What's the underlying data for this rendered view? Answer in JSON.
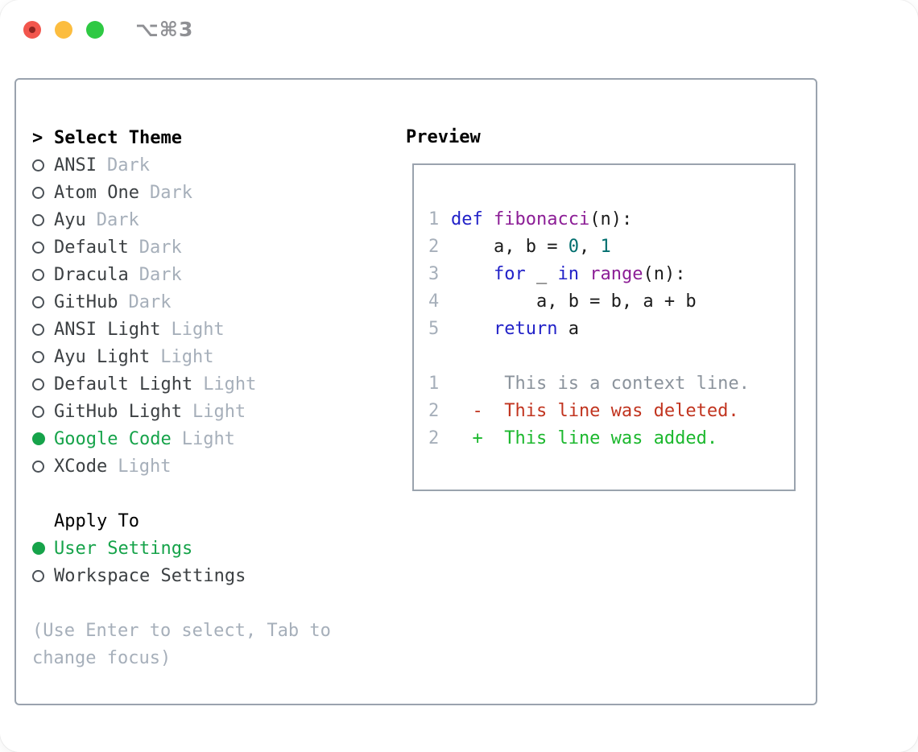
{
  "window": {
    "title": "⌥⌘3"
  },
  "colors": {
    "accent_green": "#16a34a",
    "keyword_blue": "#2222c8",
    "function_purple": "#8c1e96",
    "literal_teal": "#006e6e",
    "deleted_red": "#c1341f",
    "added_green": "#1cb82e",
    "context_gray": "#8b939c",
    "muted_gray": "#a6afba",
    "text_dark": "#3c4043",
    "border_gray": "#9aa3ae",
    "traffic_red": "#f2564d",
    "traffic_yellow": "#fcbd3f",
    "traffic_green": "#2ec943"
  },
  "sidebar": {
    "header": {
      "cursor": ">",
      "label": "Select Theme"
    },
    "themes": [
      {
        "name": "ANSI",
        "variant": "Dark",
        "selected": false
      },
      {
        "name": "Atom One",
        "variant": "Dark",
        "selected": false
      },
      {
        "name": "Ayu",
        "variant": "Dark",
        "selected": false
      },
      {
        "name": "Default",
        "variant": "Dark",
        "selected": false
      },
      {
        "name": "Dracula",
        "variant": "Dark",
        "selected": false
      },
      {
        "name": "GitHub",
        "variant": "Dark",
        "selected": false
      },
      {
        "name": "ANSI Light",
        "variant": "Light",
        "selected": false
      },
      {
        "name": "Ayu Light",
        "variant": "Light",
        "selected": false
      },
      {
        "name": "Default Light",
        "variant": "Light",
        "selected": false
      },
      {
        "name": "GitHub Light",
        "variant": "Light",
        "selected": false
      },
      {
        "name": "Google Code",
        "variant": "Light",
        "selected": true
      },
      {
        "name": "XCode",
        "variant": "Light",
        "selected": false
      }
    ],
    "apply_to": {
      "label": "Apply To",
      "options": [
        {
          "name": "User Settings",
          "selected": true
        },
        {
          "name": "Workspace Settings",
          "selected": false
        }
      ]
    },
    "help": [
      "(Use Enter to select, Tab to",
      "change focus)"
    ]
  },
  "preview": {
    "title": "Preview",
    "lines": [
      {
        "num": "1",
        "tokens": [
          [
            "kwd",
            "def"
          ],
          [
            "plain",
            " "
          ],
          [
            "fn",
            "fibonacci"
          ],
          [
            "plain",
            "(n):"
          ]
        ]
      },
      {
        "num": "2",
        "tokens": [
          [
            "plain",
            "    a, b = "
          ],
          [
            "lit",
            "0"
          ],
          [
            "plain",
            ", "
          ],
          [
            "lit",
            "1"
          ]
        ]
      },
      {
        "num": "3",
        "tokens": [
          [
            "plain",
            "    "
          ],
          [
            "kwd",
            "for"
          ],
          [
            "plain",
            " _ "
          ],
          [
            "kwd",
            "in"
          ],
          [
            "plain",
            " "
          ],
          [
            "fn",
            "range"
          ],
          [
            "plain",
            "(n):"
          ]
        ]
      },
      {
        "num": "4",
        "tokens": [
          [
            "plain",
            "        a, b = b, a + b"
          ]
        ]
      },
      {
        "num": "5",
        "tokens": [
          [
            "plain",
            "    "
          ],
          [
            "kwd",
            "return"
          ],
          [
            "plain",
            " a"
          ]
        ]
      },
      {
        "blank": true
      },
      {
        "num": "1",
        "tokens": [
          [
            "ctx",
            "     This is a context line."
          ]
        ]
      },
      {
        "num": "2",
        "tokens": [
          [
            "del",
            "  -  This line was deleted."
          ]
        ]
      },
      {
        "num": "2",
        "tokens": [
          [
            "add",
            "  +  This line was added."
          ]
        ]
      }
    ]
  }
}
